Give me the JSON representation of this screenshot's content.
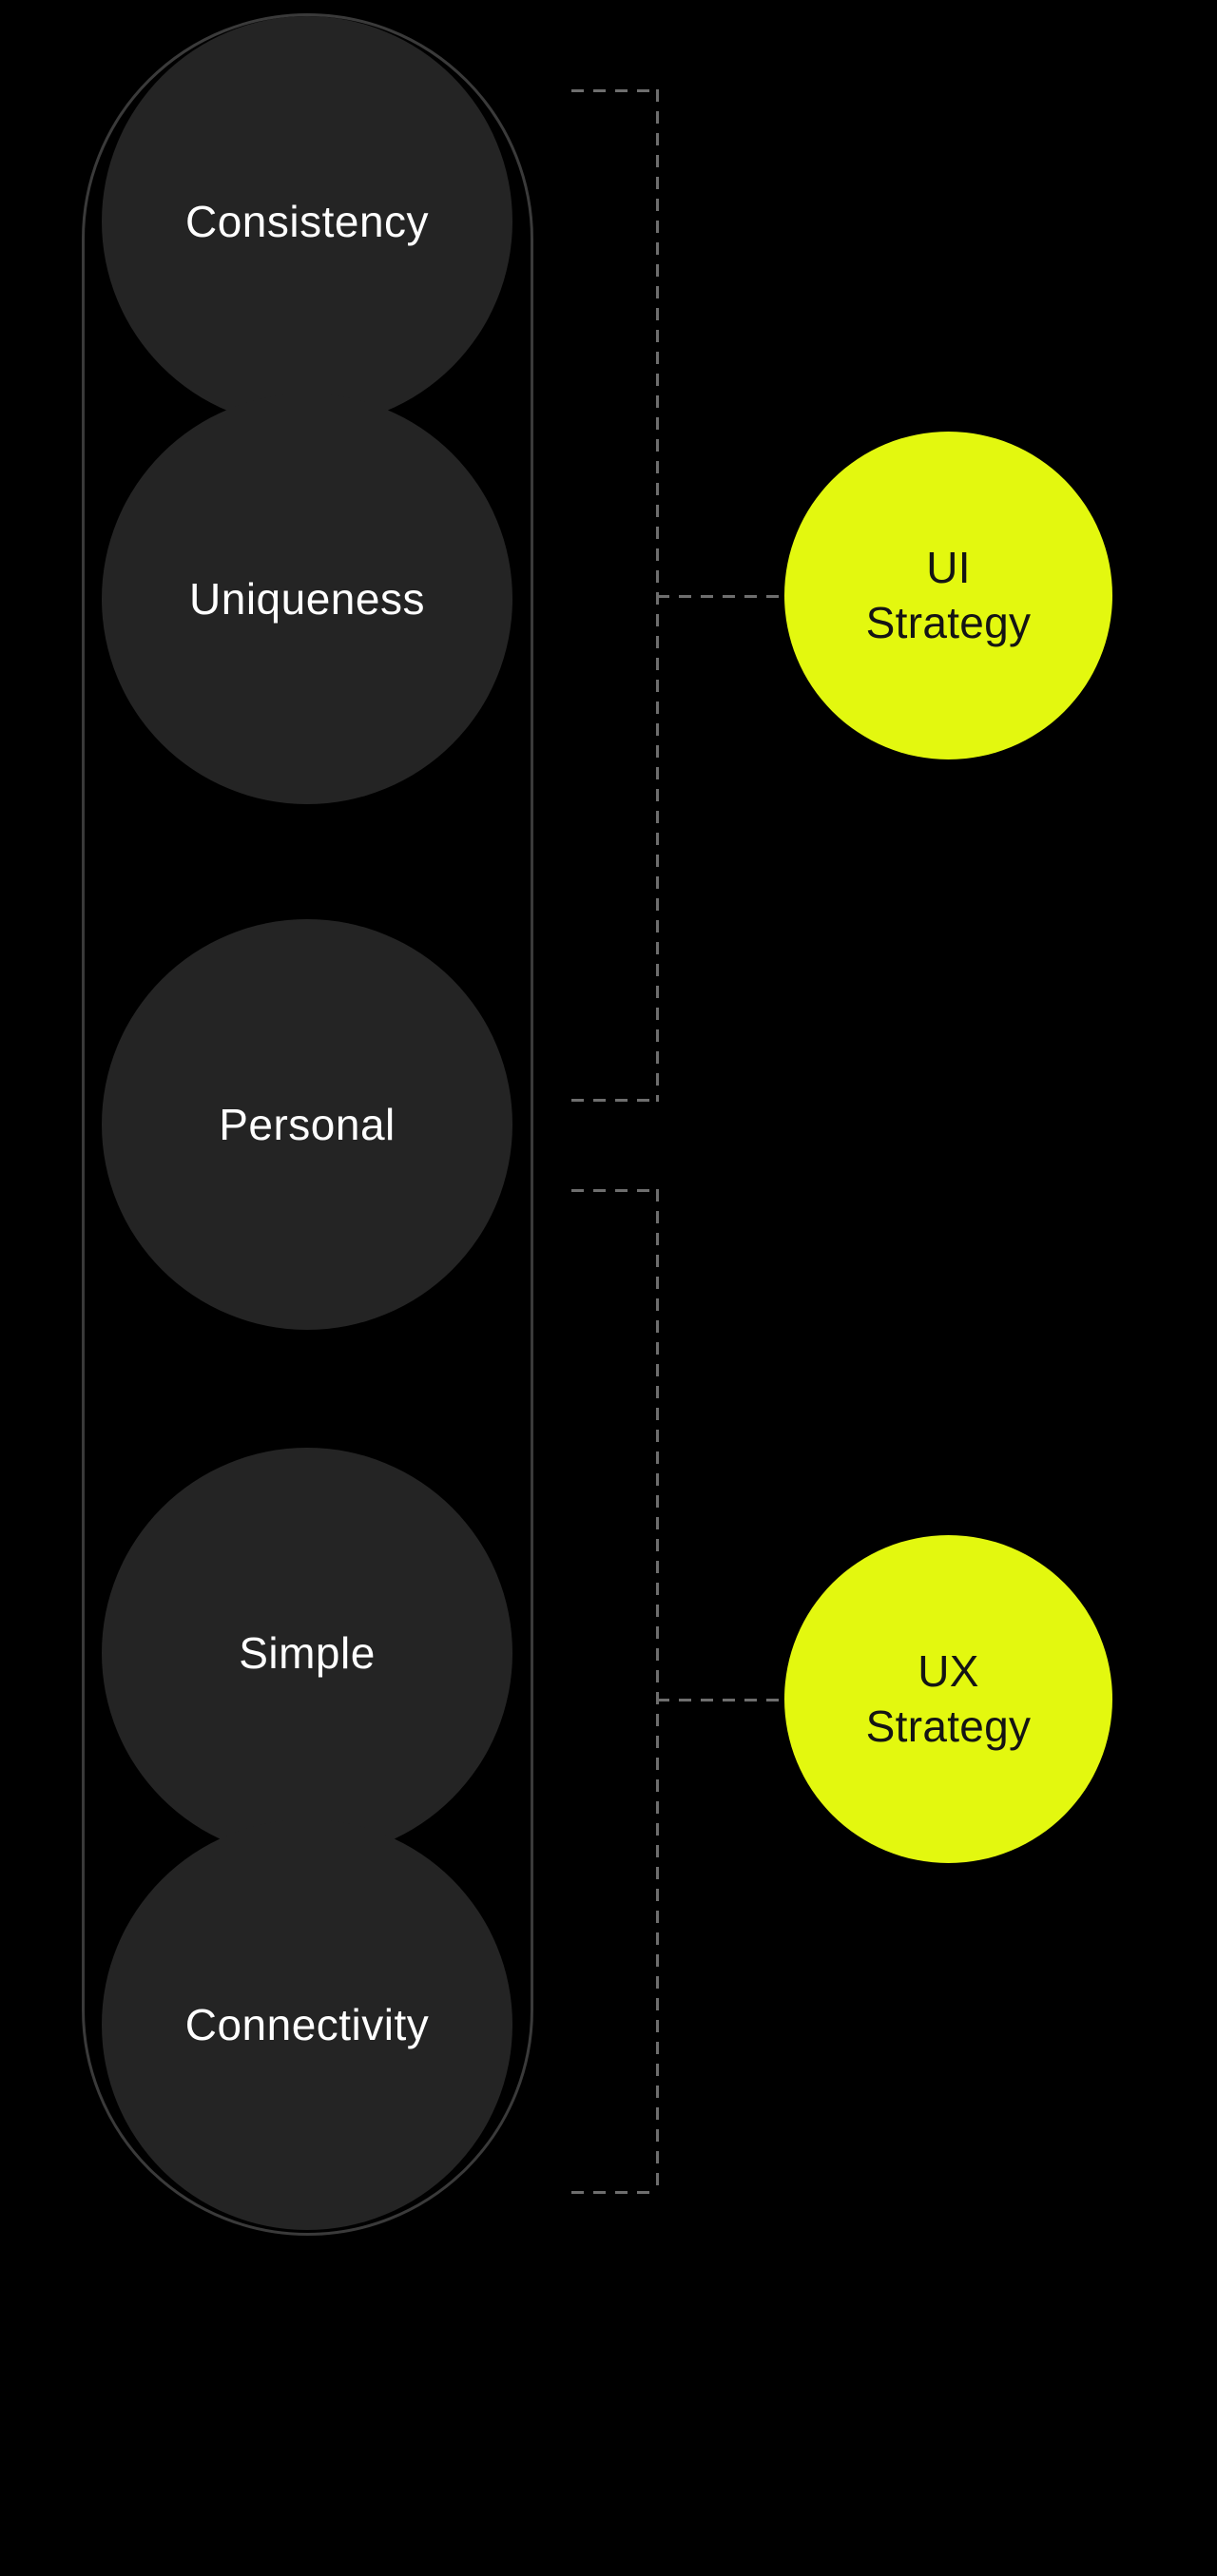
{
  "diagram": {
    "principles": [
      {
        "label": "Consistency"
      },
      {
        "label": "Uniqueness"
      },
      {
        "label": "Personal"
      },
      {
        "label": "Simple"
      },
      {
        "label": "Connectivity"
      }
    ],
    "strategies": [
      {
        "name": "UI Strategy",
        "line1": "UI",
        "line2": "Strategy"
      },
      {
        "name": "UX Strategy",
        "line1": "UX",
        "line2": "Strategy"
      }
    ],
    "groups": [
      {
        "strategy": "UI Strategy",
        "principles": [
          "Consistency",
          "Uniqueness",
          "Personal"
        ]
      },
      {
        "strategy": "UX Strategy",
        "principles": [
          "Personal",
          "Simple",
          "Connectivity"
        ]
      }
    ],
    "colors": {
      "background": "#000000",
      "principle_circle": "#242424",
      "principle_text": "#ffffff",
      "strategy_circle": "#e3f80f",
      "strategy_text": "#141414",
      "outline": "#3a3a3a",
      "connector": "#6e6e6e"
    }
  }
}
